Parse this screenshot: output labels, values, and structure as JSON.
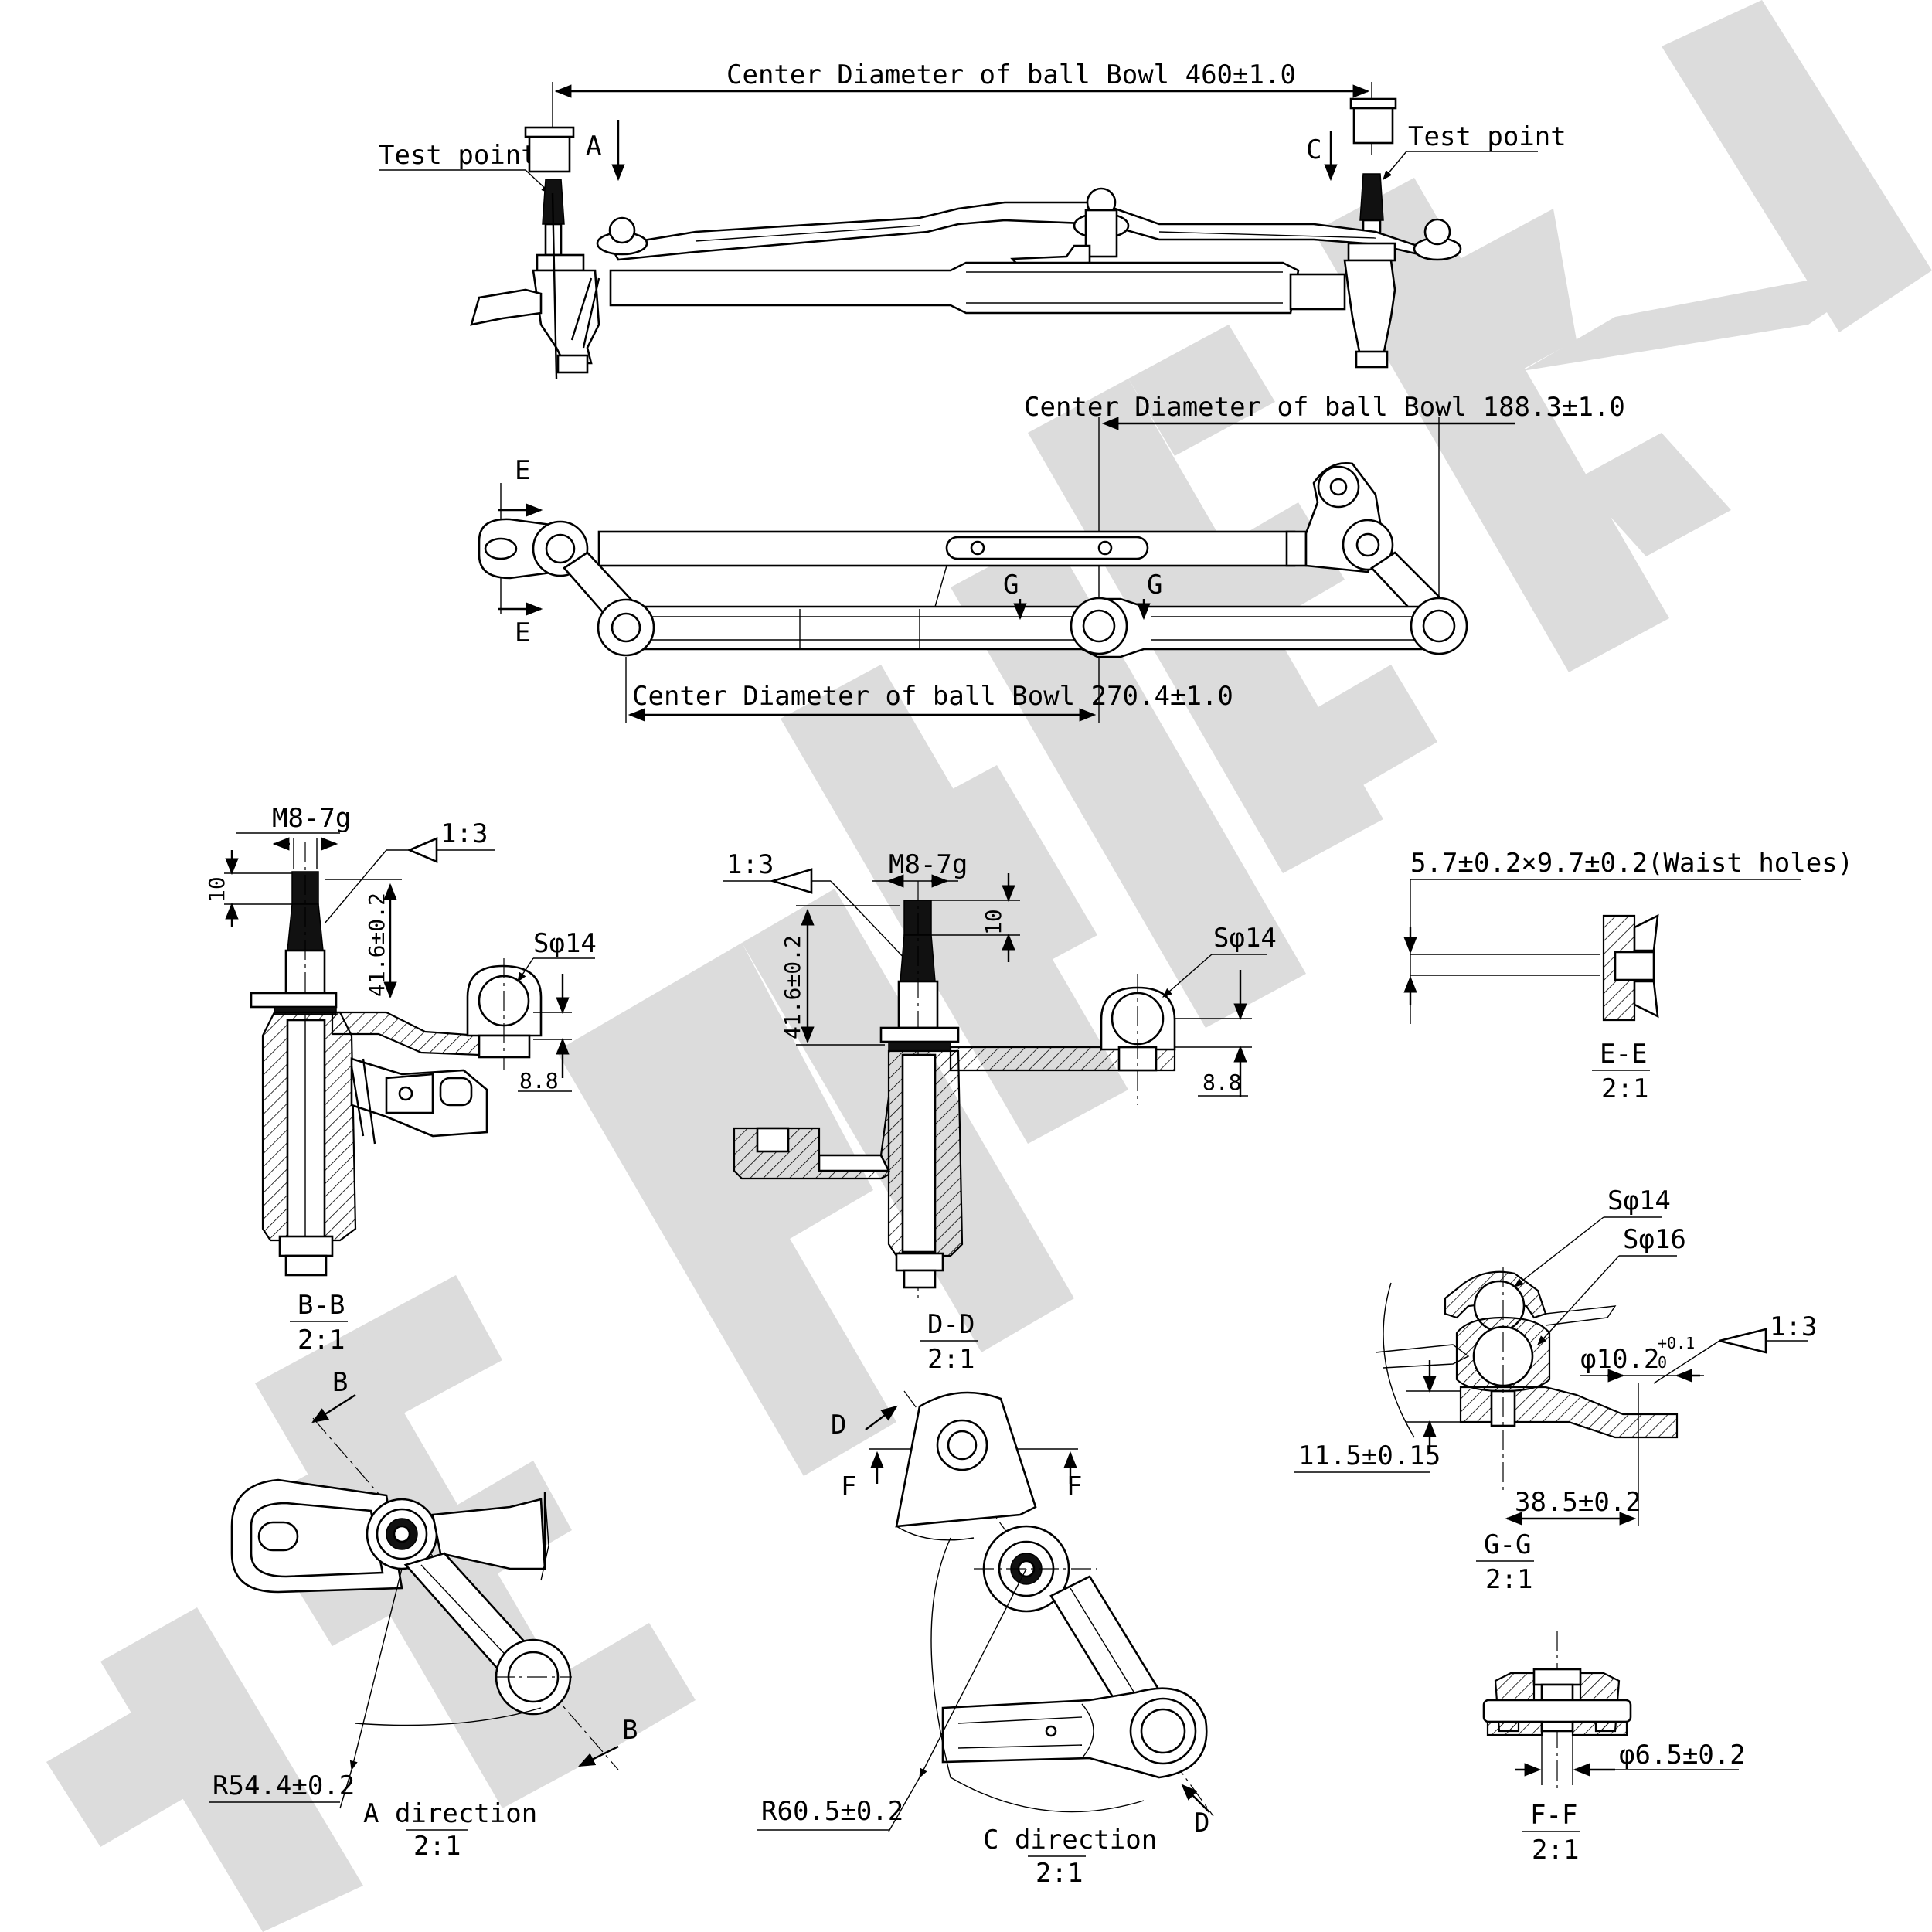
{
  "labels": {
    "dim_460": "Center Diameter of ball Bowl 460±1.0",
    "test_point": "Test point",
    "dim_188": "Center Diameter of ball Bowl 188.3±1.0",
    "dim_270": "Center Diameter of ball Bowl 270.4±1.0",
    "thread": "M8-7g",
    "taper": "1:3",
    "sphere_14": "Sφ14",
    "sphere_16": "Sφ16",
    "len_10": "10",
    "len_41": "41.6±0.2",
    "len_8_8": "8.8",
    "waist_holes": "5.7±0.2×9.7±0.2(Waist holes)",
    "hole_10_2": "φ10.2",
    "tol_up": "+0.1",
    "tol_low": "0",
    "len_11_5": "11.5±0.15",
    "len_38_5": "38.5±0.2",
    "hole_6_5": "φ6.5±0.2",
    "r_54": "R54.4±0.2",
    "r_60": "R60.5±0.2",
    "a_dir": "A direction",
    "c_dir": "C direction",
    "scale": "2:1",
    "sec_bb": "B-B",
    "sec_dd": "D-D",
    "sec_ee": "E-E",
    "sec_gg": "G-G",
    "sec_ff": "F-F",
    "m_a": "A",
    "m_b": "B",
    "m_c": "C",
    "m_d": "D",
    "m_e": "E",
    "m_f": "F",
    "m_g": "G"
  },
  "watermark": "ZENWEK"
}
